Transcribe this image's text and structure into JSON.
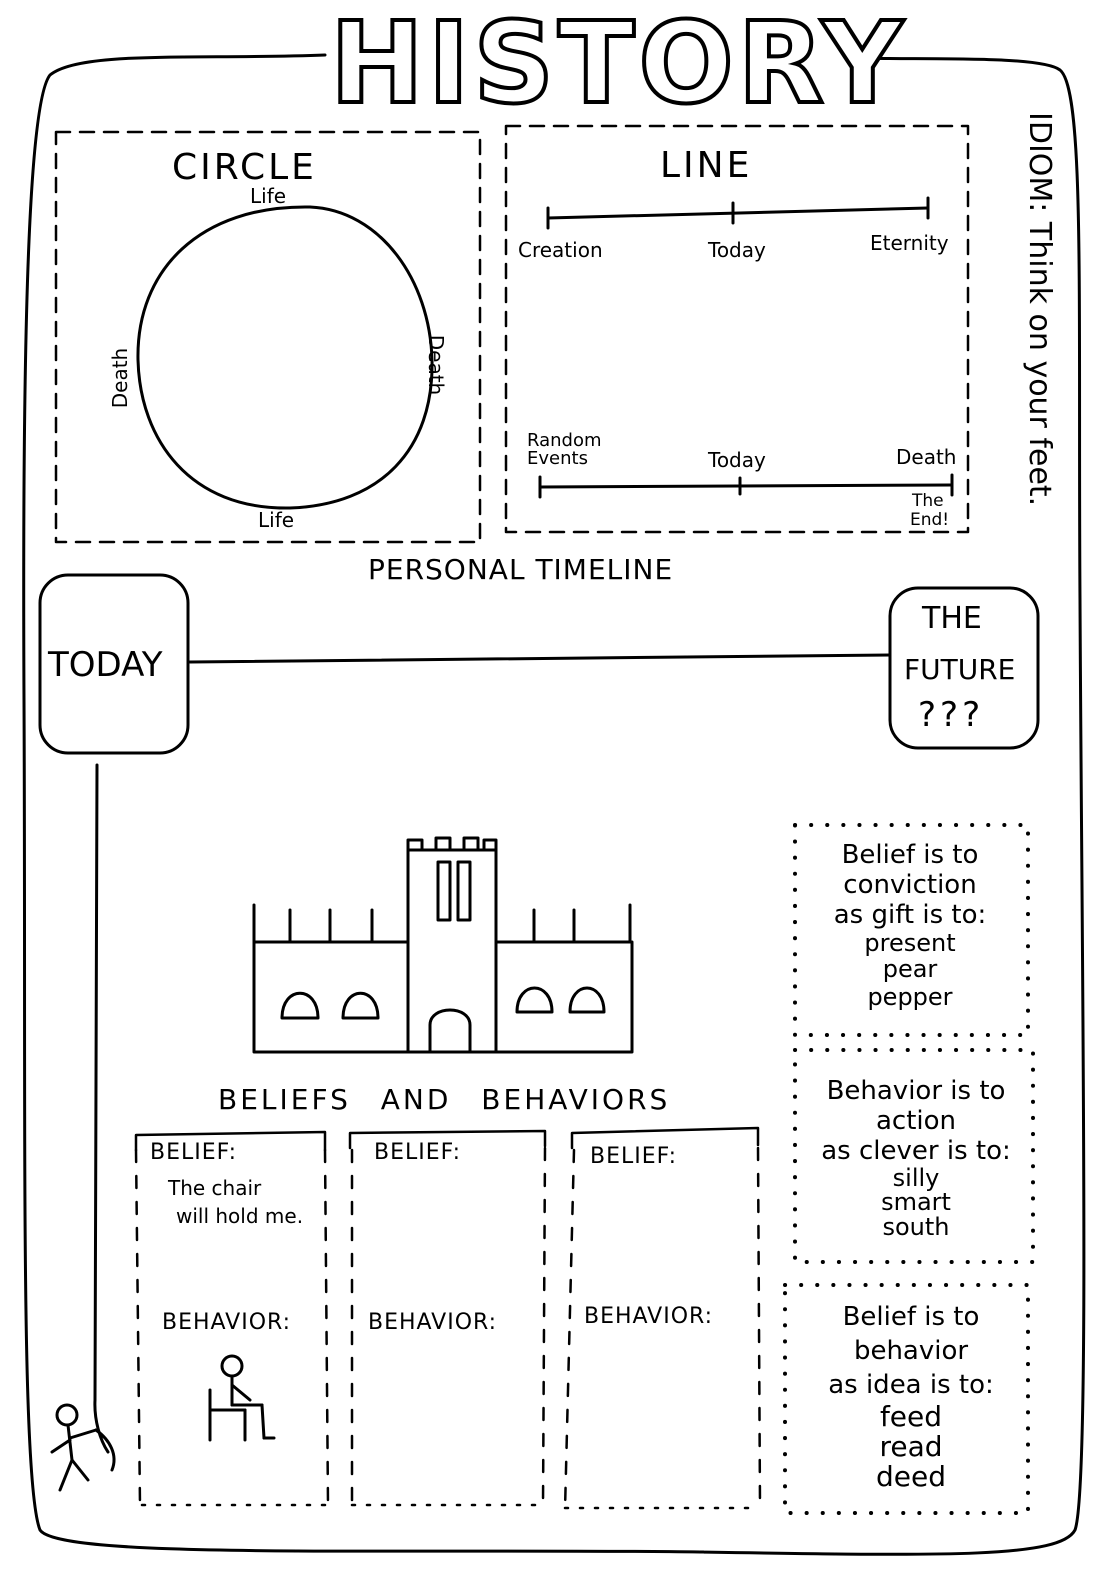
{
  "title": "HISTORY",
  "idiom": "IDIOM: Think on your feet.",
  "circle": {
    "heading": "CIRCLE",
    "top_label": "Life",
    "bottom_label": "Life",
    "left_label": "Death",
    "right_label": "Death"
  },
  "line": {
    "heading": "LINE",
    "upper": [
      "Creation",
      "Today",
      "Eternity"
    ],
    "lower": {
      "start": "Random",
      "start2": "Events",
      "middle": "Today",
      "end": "Death",
      "end_note": "The",
      "end_note2": "End!"
    }
  },
  "personal_timeline": {
    "heading": "PERSONAL TIMELINE",
    "today": "TODAY",
    "future_1": "THE",
    "future_2": "FUTURE",
    "future_3": "???"
  },
  "beliefs_heading": "BELIEFS AND BEHAVIORS",
  "belief_boxes": [
    {
      "belief_label": "BELIEF:",
      "belief_text_1": "The chair",
      "belief_text_2": "will hold me.",
      "behavior_label": "BEHAVIOR:"
    },
    {
      "belief_label": "BELIEF:",
      "behavior_label": "BEHAVIOR:"
    },
    {
      "belief_label": "BELIEF:",
      "behavior_label": "BEHAVIOR:"
    }
  ],
  "analogies": [
    {
      "lines": [
        "Belief is to",
        "conviction",
        "as gift is to:"
      ],
      "options": [
        "present",
        "pear",
        "pepper"
      ]
    },
    {
      "lines": [
        "Behavior is to",
        "action",
        "as clever is to:"
      ],
      "options": [
        "silly",
        "smart",
        "south"
      ]
    },
    {
      "lines": [
        "Belief is to",
        "behavior",
        "as idea is to:"
      ],
      "options": [
        "feed",
        "read",
        "deed"
      ]
    }
  ]
}
